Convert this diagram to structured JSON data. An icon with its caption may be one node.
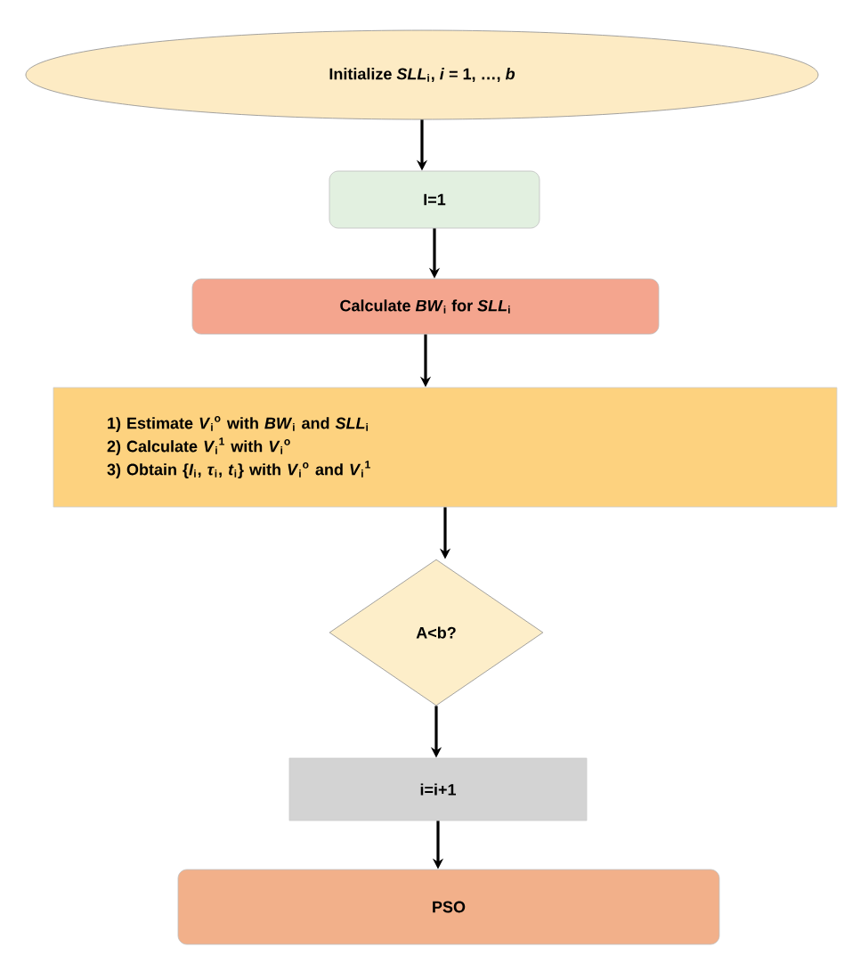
{
  "diagram": {
    "nodes": [
      {
        "text": [
          "Initialize *SLL*$_{i}$, *i* = 1, …, *b*"
        ]
      },
      {
        "text": [
          "I=1"
        ]
      },
      {
        "text": [
          "Calculate *BW*$_{i}$ for *SLL*$_{i}$"
        ]
      },
      {
        "text": [
          "1) Estimate *V*$_{i}$$^{o}$ with *BW*$_{i}$ and *SLL*$_{i}$",
          "2) Calculate *V*$_{i}$$^{1}$ with *V*$_{i}$$^{o}$",
          "3) Obtain {*I*$_{i}$, *τ*$_{i}$, *t*$_{i}$} with *V*$_{i}$$^{o}$ and *V*$_{i}$$^{1}$"
        ]
      },
      {
        "text": [
          "A<b?"
        ]
      },
      {
        "text": [
          "i=i+1"
        ]
      },
      {
        "text": [
          "PSO"
        ]
      }
    ],
    "edges": [
      {
        "from": 0,
        "to": 1,
        "arrow": "to"
      },
      {
        "from": 1,
        "to": 2,
        "arrow": "to"
      },
      {
        "from": 2,
        "to": 3,
        "arrow": "to"
      },
      {
        "from": 3,
        "to": 4,
        "arrow": "to"
      },
      {
        "from": 4,
        "to": 5,
        "arrow": "to"
      },
      {
        "from": 5,
        "to": 6,
        "arrow": "to"
      }
    ]
  }
}
